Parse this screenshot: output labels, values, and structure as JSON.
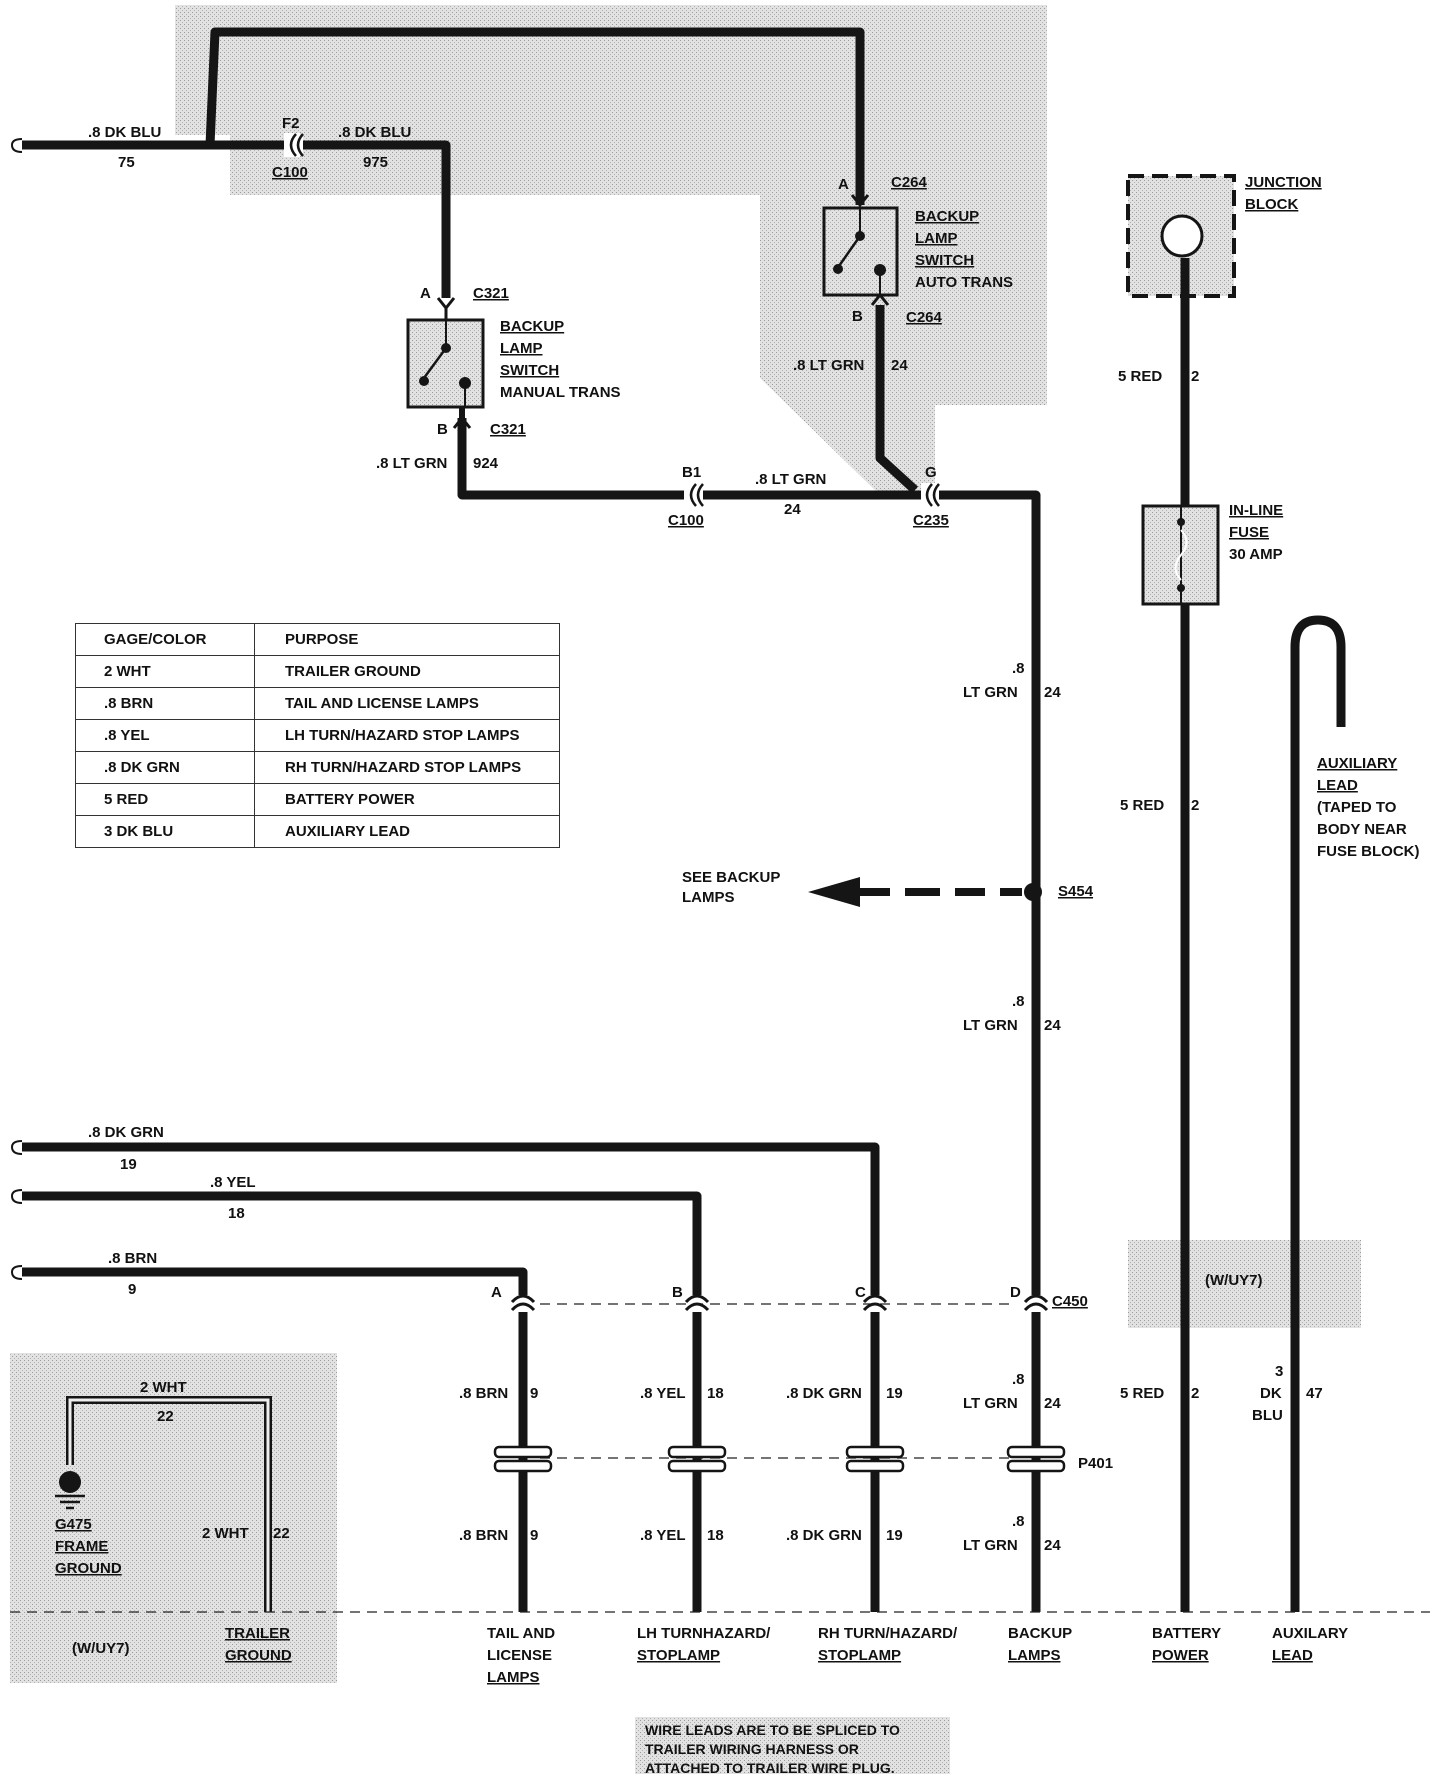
{
  "colors": {
    "shade": "#d9d9d9",
    "wire": "#151515"
  },
  "wires": {
    "w75": {
      "gage": ".8 DK BLU",
      "circuit": "75"
    },
    "w975": {
      "gage": ".8 DK BLU",
      "circuit": "975"
    },
    "w924": {
      "gage": ".8 LT GRN",
      "circuit": "924"
    },
    "w24_auto": {
      "gage": ".8 LT GRN",
      "circuit": "24"
    },
    "w24_top": {
      "gage": ".8 LT GRN",
      "circuit": "24"
    },
    "w24_v1": {
      "gage_a": ".8",
      "gage_b": "LT GRN",
      "circuit": "24"
    },
    "w24_v2": {
      "gage_a": ".8",
      "gage_b": "LT GRN",
      "circuit": "24"
    },
    "w24_v3": {
      "gage_a": ".8",
      "gage_b": "LT GRN",
      "circuit": "24"
    },
    "w24_v4": {
      "gage_a": ".8",
      "gage_b": "LT GRN",
      "circuit": "24"
    },
    "w2_top": {
      "gage": "5 RED",
      "circuit": "2"
    },
    "w2_mid": {
      "gage": "5 RED",
      "circuit": "2"
    },
    "w2_bot": {
      "gage": "5 RED",
      "circuit": "2"
    },
    "w19": {
      "gage": ".8 DK GRN",
      "circuit": "19"
    },
    "w18": {
      "gage": ".8 YEL",
      "circuit": "18"
    },
    "w9": {
      "gage": ".8 BRN",
      "circuit": "9"
    },
    "w9_a": {
      "gage": ".8 BRN",
      "circuit": "9"
    },
    "w9_b": {
      "gage": ".8 BRN",
      "circuit": "9"
    },
    "w18_a": {
      "gage": ".8 YEL",
      "circuit": "18"
    },
    "w18_b": {
      "gage": ".8 YEL",
      "circuit": "18"
    },
    "w19_a": {
      "gage": ".8 DK GRN",
      "circuit": "19"
    },
    "w19_b": {
      "gage": ".8 DK GRN",
      "circuit": "19"
    },
    "w47": {
      "gage_a": "3",
      "gage_b": "DK",
      "gage_c": "BLU",
      "circuit": "47"
    },
    "w22_top": {
      "gage": "2 WHT",
      "circuit": "22"
    },
    "w22_side": {
      "gage": "2 WHT",
      "circuit": "22"
    }
  },
  "connectors": {
    "c100_f2": {
      "pin": "F2",
      "name": "C100"
    },
    "c100_b1": {
      "pin": "B1",
      "name": "C100"
    },
    "c235": {
      "pin": "G",
      "name": "C235"
    },
    "c321_a": {
      "pin": "A",
      "name": "C321"
    },
    "c321_b": {
      "pin": "B",
      "name": "C321"
    },
    "c264_a": {
      "pin": "A",
      "name": "C264"
    },
    "c264_b": {
      "pin": "B",
      "name": "C264"
    },
    "c450": {
      "name": "C450",
      "pins": [
        "A",
        "B",
        "C",
        "D"
      ]
    },
    "p401": {
      "name": "P401"
    },
    "s454": {
      "name": "S454"
    },
    "g475": {
      "line1": "G475",
      "line2": "FRAME",
      "line3": "GROUND"
    }
  },
  "components": {
    "manual_switch": [
      "BACKUP",
      "LAMP",
      "SWITCH",
      "MANUAL TRANS"
    ],
    "auto_switch": [
      "BACKUP",
      "LAMP",
      "SWITCH",
      "AUTO TRANS"
    ],
    "junction_block": [
      "JUNCTION",
      "BLOCK"
    ],
    "inline_fuse": [
      "IN-LINE",
      "FUSE",
      "30 AMP"
    ],
    "aux_lead": [
      "AUXILIARY",
      "LEAD",
      "(TAPED TO",
      "BODY NEAR",
      "FUSE BLOCK)"
    ]
  },
  "see_backup": [
    "SEE BACKUP",
    "LAMPS"
  ],
  "option_tags": {
    "right": "(W/UY7)",
    "left": "(W/UY7)"
  },
  "bottom_labels": {
    "tail": [
      "TAIL AND",
      "LICENSE",
      "LAMPS"
    ],
    "lh": [
      "LH TURNHAZARD/",
      "STOPLAMP"
    ],
    "rh": [
      "RH TURN/HAZARD/",
      "STOPLAMP"
    ],
    "backup": [
      "BACKUP",
      "LAMPS"
    ],
    "battery": [
      "BATTERY",
      "POWER"
    ],
    "aux": [
      "AUXILARY",
      "LEAD"
    ],
    "trailer_ground": [
      "TRAILER",
      "GROUND"
    ]
  },
  "legend": {
    "headers": [
      "GAGE/COLOR",
      "PURPOSE"
    ],
    "rows": [
      [
        "2 WHT",
        "TRAILER GROUND"
      ],
      [
        ".8 BRN",
        "TAIL AND LICENSE LAMPS"
      ],
      [
        ".8 YEL",
        "LH TURN/HAZARD STOP LAMPS"
      ],
      [
        ".8 DK GRN",
        "RH TURN/HAZARD STOP LAMPS"
      ],
      [
        "5 RED",
        "BATTERY POWER"
      ],
      [
        "3 DK BLU",
        "AUXILIARY LEAD"
      ]
    ]
  },
  "footnote": [
    "WIRE LEADS ARE TO BE SPLICED TO",
    "TRAILER WIRING HARNESS OR",
    "ATTACHED TO TRAILER WIRE PLUG."
  ]
}
